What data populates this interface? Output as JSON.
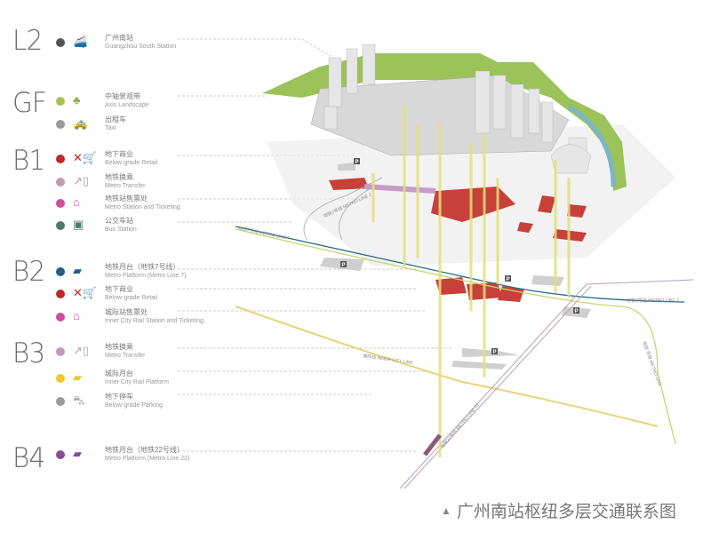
{
  "levels": [
    {
      "code": "L2",
      "items": [
        {
          "color": "#555555",
          "icon": "high-speed-train-icon",
          "zh": "广州南站",
          "en": "Guangzhou South Station"
        }
      ]
    },
    {
      "code": "GF",
      "items": [
        {
          "color": "#a8c050",
          "icon": "tree-icon",
          "zh": "中轴景观带",
          "en": "Axis Landscape"
        },
        {
          "color": "#9a9a9a",
          "icon": "taxi-icon",
          "zh": "出租车",
          "en": "Taxi"
        }
      ]
    },
    {
      "code": "B1",
      "items": [
        {
          "color": "#c0282a",
          "icon": "restaurant-cart-icon",
          "zh": "地下商业",
          "en": "Below-grade Retail"
        },
        {
          "color": "#c49ab0",
          "icon": "escalator-transfer-icon",
          "zh": "地铁换乘",
          "en": "Metro Transfer"
        },
        {
          "color": "#d04f9c",
          "icon": "ticketing-icon",
          "zh": "地铁站售票处",
          "en": "Metro Station and Ticketing"
        },
        {
          "color": "#4f7a6a",
          "icon": "bus-icon",
          "zh": "公交车站",
          "en": "Bus Station"
        }
      ]
    },
    {
      "code": "B2",
      "items": [
        {
          "color": "#1f5f8a",
          "icon": "metro-train-icon",
          "zh": "地铁月台（地铁7号线）",
          "en": "Metro Platform (Metro Line 7)"
        },
        {
          "color": "#c0282a",
          "icon": "restaurant-cart-icon",
          "zh": "地下商业",
          "en": "Below-grade Retail"
        },
        {
          "color": "#d04f9c",
          "icon": "ticketing-icon",
          "zh": "城际站售票处",
          "en": "Inner City Rail Station and Ticketing"
        }
      ]
    },
    {
      "code": "B3",
      "items": [
        {
          "color": "#c49ab0",
          "icon": "escalator-transfer-icon",
          "zh": "地铁换乘",
          "en": "Metro Transfer"
        },
        {
          "color": "#f0c830",
          "icon": "rail-train-icon",
          "zh": "城际月台",
          "en": "Inner City Rail Platform"
        },
        {
          "color": "#9a9a9a",
          "icon": "parking-car-icon",
          "zh": "地下停车",
          "en": "Below-grade Parking"
        }
      ]
    },
    {
      "code": "B4",
      "items": [
        {
          "color": "#8a4a9a",
          "icon": "metro-train-icon",
          "zh": "地铁月台（地铁22号线）",
          "en": "Metro Platform (Metro Line 22)"
        }
      ]
    }
  ],
  "map_labels": {
    "line2": "地铁2号线 METRO LINE 2",
    "line7_left": "地铁7号线 METRO LINE 7",
    "line7_right": "地铁7号线 METRO LINE 7",
    "inner_city": "城际线 INNER CITY LINE",
    "line22": "地铁22号线 METRO LINE 22",
    "line_right": "地铁 号线 METRO LINE",
    "parking": "P"
  },
  "caption": "广州南站枢纽多层交通联系图",
  "caption_marker": "▲"
}
